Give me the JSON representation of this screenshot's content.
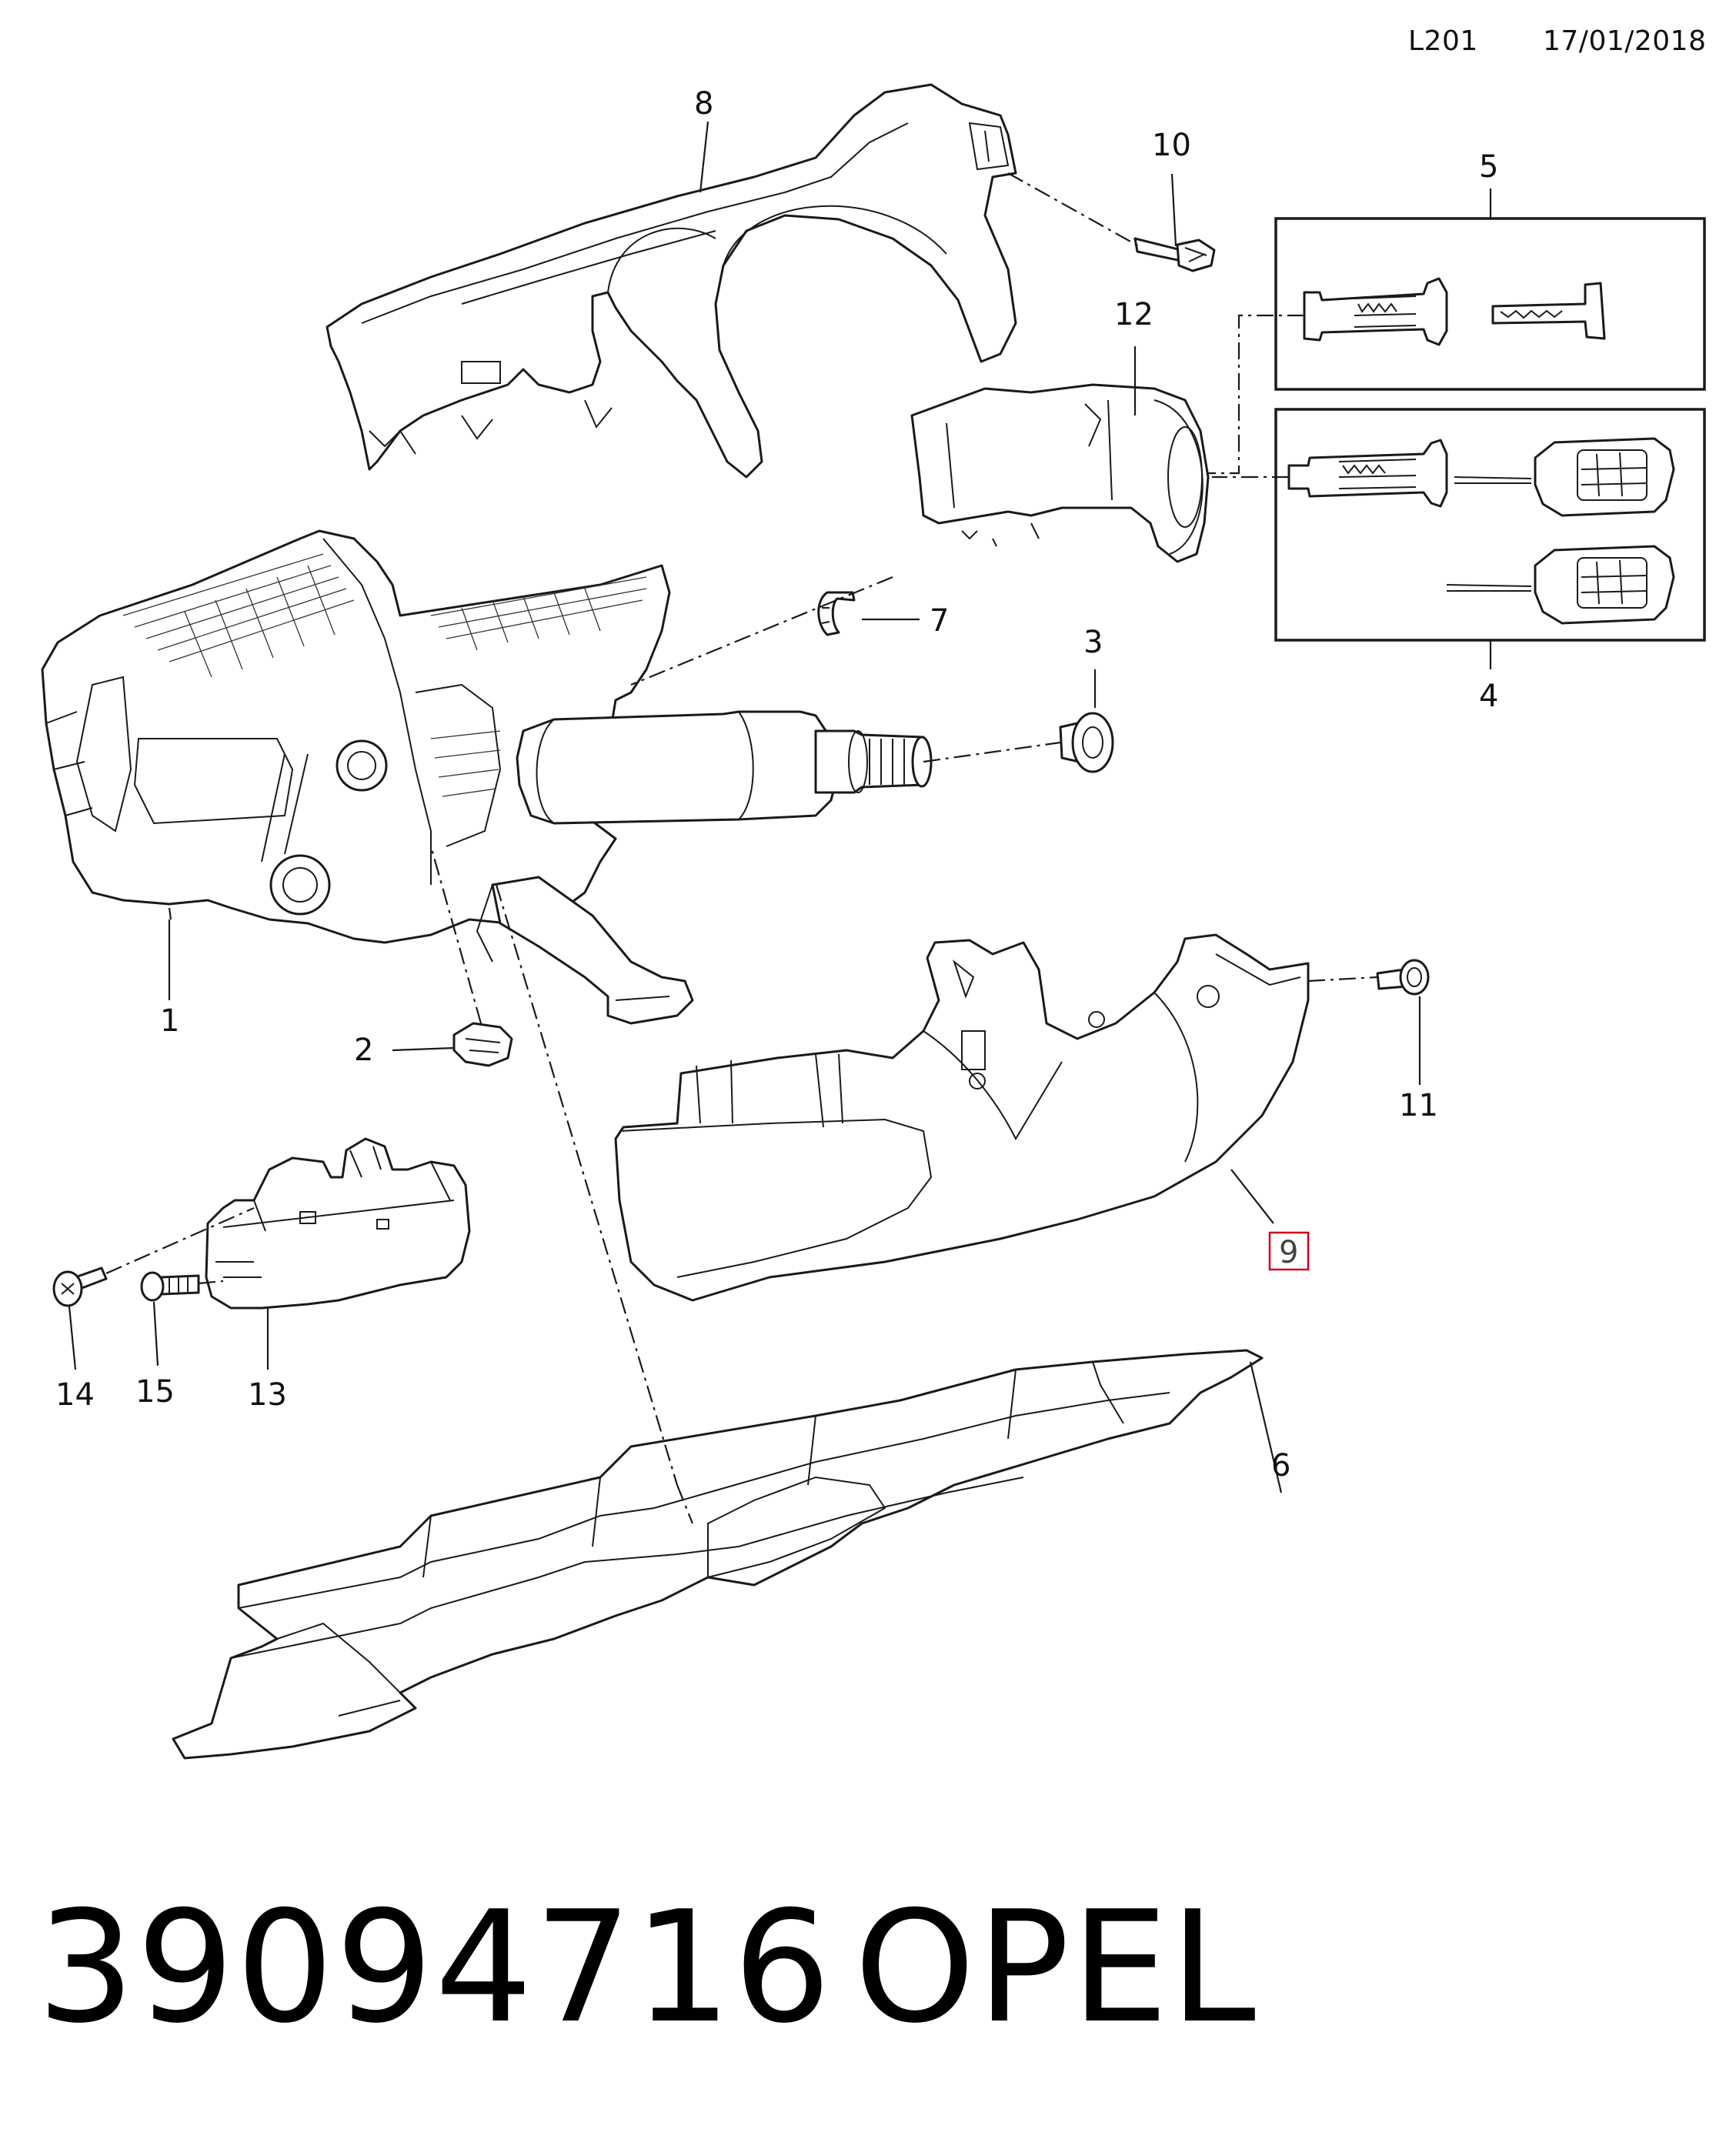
{
  "header": {
    "diagram_code": "L201",
    "date": "17/01/2018"
  },
  "callouts": {
    "c1": "1",
    "c2": "2",
    "c3": "3",
    "c4": "4",
    "c5": "5",
    "c6": "6",
    "c7": "7",
    "c8": "8",
    "c9": "9",
    "c10": "10",
    "c11": "11",
    "c12": "12",
    "c13": "13",
    "c14": "14",
    "c15": "15"
  },
  "highlighted_callout": "9",
  "footer": {
    "part_number": "39094716",
    "brand": "OPEL"
  },
  "colors": {
    "line": "#1a1a1a",
    "highlight": "#d0021b",
    "background": "#ffffff"
  }
}
